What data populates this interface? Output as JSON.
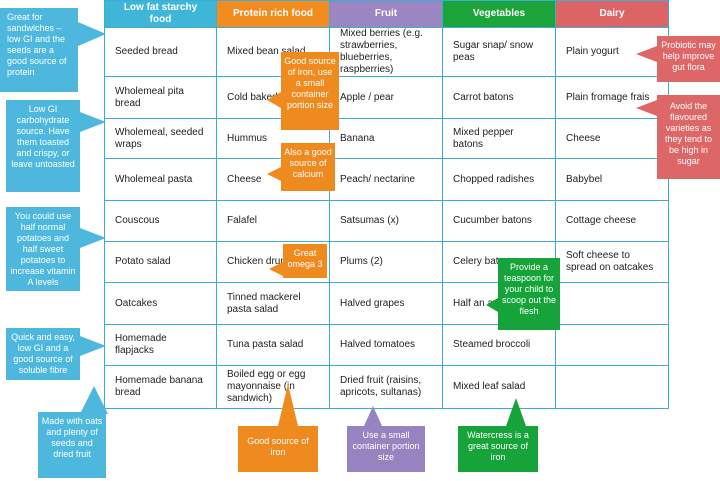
{
  "headers": [
    "Low fat starchy food",
    "Protein rich food",
    "Fruit",
    "Vegetables",
    "Dairy"
  ],
  "rows": [
    [
      "Seeded bread",
      "Mixed bean salad",
      "Mixed berries (e.g. strawberries, blueberries, raspberries)",
      "Sugar snap/ snow peas",
      "Plain yogurt"
    ],
    [
      "Wholemeal pita bread",
      "Cold baked beans",
      "Apple / pear",
      "Carrot batons",
      "Plain fromage frais"
    ],
    [
      "Wholemeal, seeded wraps",
      "Hummus",
      "Banana",
      "Mixed pepper batons",
      "Cheese"
    ],
    [
      "Wholemeal pasta",
      "Cheese",
      "Peach/ nectarine",
      "Chopped radishes",
      "Babybel"
    ],
    [
      "Couscous",
      "Falafel",
      "Satsumas (x)",
      "Cucumber batons",
      "Cottage cheese"
    ],
    [
      "Potato salad",
      "Chicken drumsticks",
      "Plums (2)",
      "Celery batons",
      "Soft cheese to spread on oatcakes"
    ],
    [
      "Oatcakes",
      "Tinned mackerel pasta salad",
      "Halved grapes",
      "Half an avocado",
      ""
    ],
    [
      "Homemade flapjacks",
      "Tuna pasta salad",
      "Halved tomatoes",
      "Steamed broccoli",
      ""
    ],
    [
      "Homemade banana bread",
      "Boiled egg or egg mayonnaise (in sandwich)",
      "Dried fruit (raisins, apricots, sultanas)",
      "Mixed leaf salad",
      ""
    ]
  ],
  "callouts": {
    "sandwiches": "Great for sandwiches – low GI and the seeds are a good source of protein",
    "low_gi_carb": "Low GI carbohydrate source. Have them toasted and crispy, or leave untoasted",
    "sweet_potato": "You could use half normal potatoes and half sweet potatoes to increase vitamin A levels",
    "quick_easy": "Quick and easy, low GI and a good source of soluble fibre",
    "oats_seeds": "Made with oats and plenty of seeds and dried fruit",
    "iron_portion": "Good source of iron, use a small container portion size",
    "calcium": "Also a good source of calcium",
    "omega3": "Great omega 3",
    "good_iron": "Good source of iron",
    "small_container": "Use a small container portion size",
    "teaspoon": "Provide a teaspoon for your child to scoop out the flesh",
    "watercress": "Watercress is a great source of iron",
    "probiotic": "Probiotic may help improve gut flora",
    "flavoured": "Avoid the flavoured varieties as they tend to be high in sugar"
  },
  "colors": {
    "border": "#3aaed6",
    "starchy": "#3fb5d8",
    "protein": "#f28c1e",
    "fruit": "#9b86c2",
    "vegetables": "#1ca43a",
    "dairy": "#dd6464"
  }
}
